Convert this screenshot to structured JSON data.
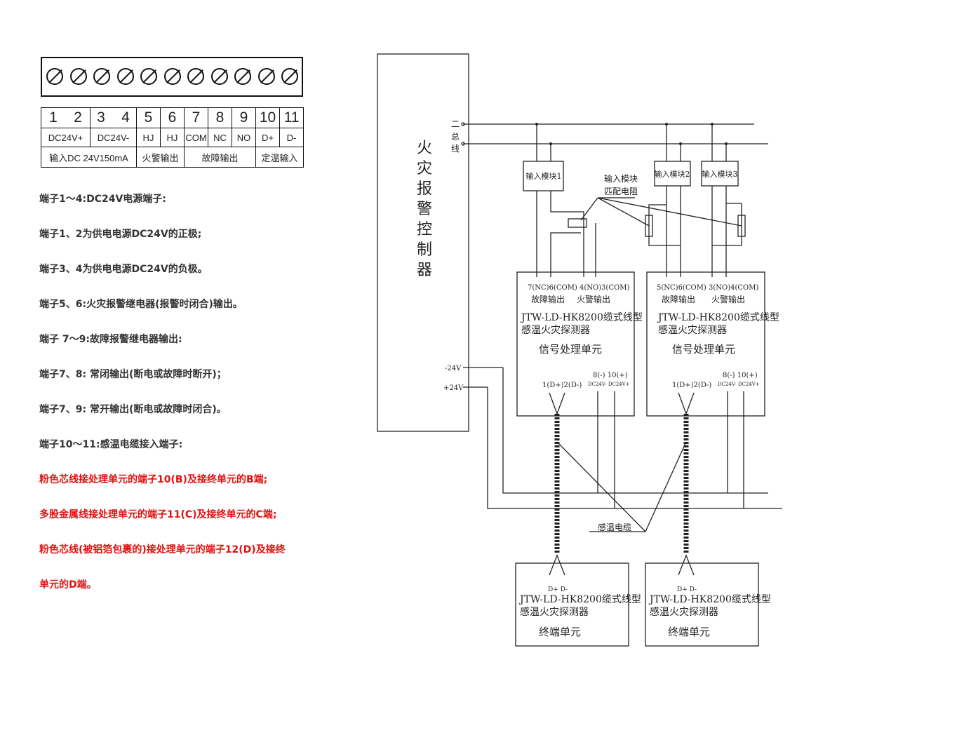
{
  "terminal_numbers": [
    "1",
    "2",
    "3",
    "4",
    "5",
    "6",
    "7",
    "8",
    "9",
    "10",
    "11"
  ],
  "terminal_signals": [
    "DC24V+",
    "DC24V-",
    "HJ",
    "HJ",
    "COM",
    "NC",
    "NO",
    "D+",
    "D-"
  ],
  "terminal_groups": [
    "输入DC 24V150mA",
    "火警输出",
    "故障输出",
    "定温输入"
  ],
  "notes": [
    {
      "text": "端子1～4:DC24V电源端子:",
      "red": false
    },
    {
      "text": "端子1、2为供电电源DC24V的正极;",
      "red": false
    },
    {
      "text": " 端子3、4为供电电源DC24V的负极。",
      "red": false
    },
    {
      "text": "端子5、6:火灾报警继电器(报警时闭合)输出。",
      "red": false
    },
    {
      "text": "端子 7～9:故障报警继电器输出:",
      "red": false
    },
    {
      "text": "端子7、8: 常闭输出(断电或故障时断开)；",
      "red": false
    },
    {
      "text": "端子7、9: 常开输出(断电或故障时闭合)。",
      "red": false
    },
    {
      "text": "端子10～11:感温电缆接入端子:",
      "red": false
    },
    {
      "text": "粉色芯线接处理单元的端子10(B)及接终单元的B端;",
      "red": true
    },
    {
      "text": "多股金属线接处理单元的端子11(C)及接终单元的C端;",
      "red": true
    },
    {
      "text": "粉色芯线(被铝箔包裹的)接处理单元的端子12(D)及接终",
      "red": true
    },
    {
      "text": "单元的D端。",
      "red": true
    }
  ],
  "diagram": {
    "controller_chars": [
      "火",
      "灾",
      "报",
      "警",
      "控",
      "制",
      "器"
    ],
    "bus_label_chars": [
      "二",
      "总",
      "线"
    ],
    "minus24": "-24V",
    "plus24": "+24V",
    "module1": "输入模块1",
    "module2": "输入模块2",
    "module3": "输入模块3",
    "resistor_label_1": "输入模块",
    "resistor_label_2": "匹配电阻",
    "unit_terminals_left": "7(NC)6(COM)  4(NO)3(COM)",
    "unit_terminals_right": "5(NC)6(COM)  3(NO)4(COM)",
    "fault_out": "故障输出",
    "fire_out": "火警输出",
    "detector_name_1": "JTW-LD-HK8200缆式线型",
    "detector_name_2": "感温火灾探测器",
    "processing_unit": "信号处理单元",
    "power_terms": "8(-)  10(+)",
    "power_sub": "DC24V-  DC24V+",
    "d_terms": "1(D+)2(D-)",
    "cable_label": "感温电缆",
    "end_d_terms": "D+  D-",
    "end_unit": "终端单元"
  }
}
